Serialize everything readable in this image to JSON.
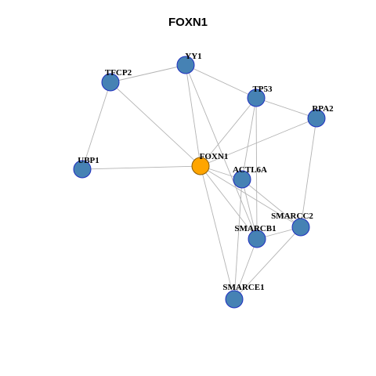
{
  "title": "FOXN1",
  "colors": {
    "node_fill": "#4682b4",
    "node_stroke": "#1f2fbf",
    "center_fill": "#ffa500",
    "center_stroke": "#8a5a00",
    "edge": "#b3b3b3"
  },
  "network": {
    "center": "FOXN1",
    "nodes": [
      "YY1",
      "TFCP2",
      "TP53",
      "RPA2",
      "UBP1",
      "FOXN1",
      "ACTL6A",
      "SMARCC2",
      "SMARCB1",
      "SMARCE1"
    ],
    "edges": [
      [
        "YY1",
        "TFCP2"
      ],
      [
        "YY1",
        "TP53"
      ],
      [
        "YY1",
        "FOXN1"
      ],
      [
        "YY1",
        "SMARCB1"
      ],
      [
        "TFCP2",
        "UBP1"
      ],
      [
        "TFCP2",
        "FOXN1"
      ],
      [
        "TP53",
        "RPA2"
      ],
      [
        "TP53",
        "FOXN1"
      ],
      [
        "TP53",
        "ACTL6A"
      ],
      [
        "TP53",
        "SMARCB1"
      ],
      [
        "RPA2",
        "FOXN1"
      ],
      [
        "RPA2",
        "SMARCC2"
      ],
      [
        "UBP1",
        "FOXN1"
      ],
      [
        "FOXN1",
        "ACTL6A"
      ],
      [
        "FOXN1",
        "SMARCC2"
      ],
      [
        "FOXN1",
        "SMARCB1"
      ],
      [
        "FOXN1",
        "SMARCE1"
      ],
      [
        "ACTL6A",
        "SMARCC2"
      ],
      [
        "ACTL6A",
        "SMARCB1"
      ],
      [
        "ACTL6A",
        "SMARCE1"
      ],
      [
        "SMARCC2",
        "SMARCB1"
      ],
      [
        "SMARCC2",
        "SMARCE1"
      ],
      [
        "SMARCB1",
        "SMARCE1"
      ]
    ]
  }
}
